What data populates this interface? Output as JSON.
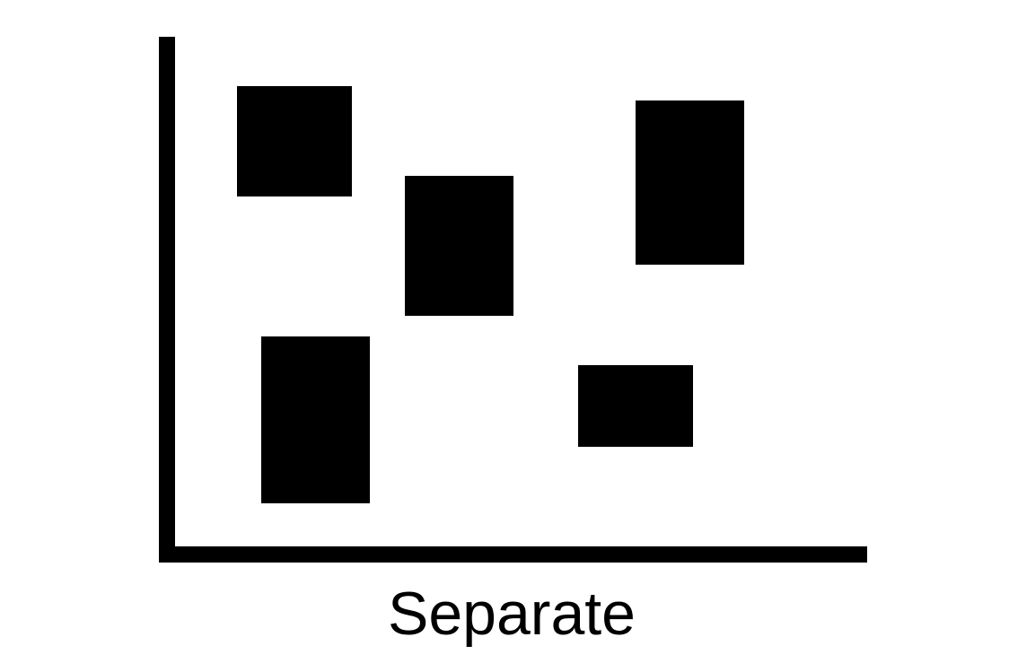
{
  "diagram": {
    "caption": "Separate",
    "colors": {
      "background": "#ffffff",
      "foreground": "#000000"
    },
    "blocks": [
      {
        "name": "block-1",
        "shape": "rectangle"
      },
      {
        "name": "block-2",
        "shape": "rectangle"
      },
      {
        "name": "block-3",
        "shape": "rectangle"
      },
      {
        "name": "block-4",
        "shape": "rectangle"
      },
      {
        "name": "block-5",
        "shape": "rectangle"
      }
    ],
    "axes": [
      "vertical",
      "horizontal"
    ]
  }
}
